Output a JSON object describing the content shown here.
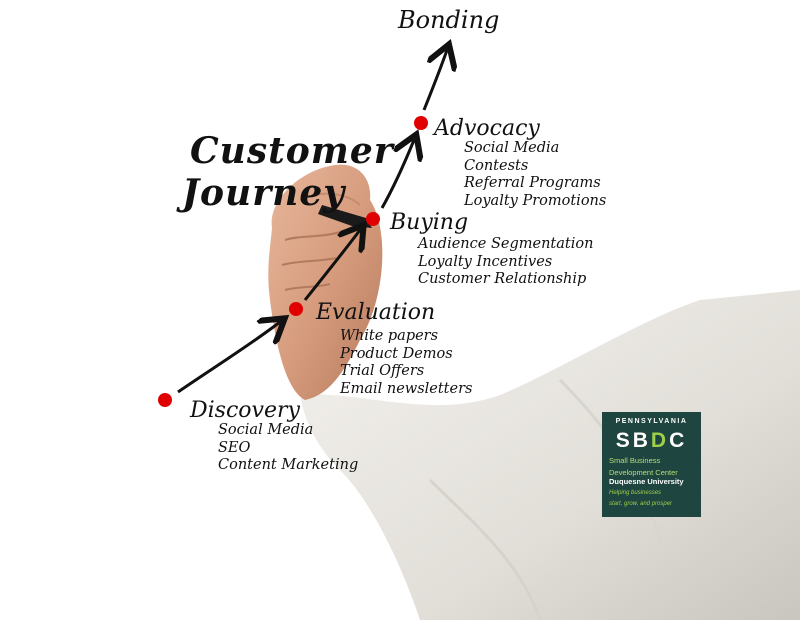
{
  "diagram": {
    "title_line1": "Customer",
    "title_line2": "Journey",
    "top_label": "Bonding",
    "stages": [
      {
        "label": "Discovery",
        "items": [
          "Social Media",
          "SEO",
          "Content Marketing"
        ]
      },
      {
        "label": "Evaluation",
        "items": [
          "White papers",
          "Product Demos",
          "Trial Offers",
          "Email newsletters"
        ]
      },
      {
        "label": "Buying",
        "items": [
          "Audience Segmentation",
          "Loyalty Incentives",
          "Customer Relationship"
        ]
      },
      {
        "label": "Advocacy",
        "items": [
          "Social Media",
          "Contests",
          "Referral Programs",
          "Loyalty Promotions"
        ]
      }
    ]
  },
  "logo": {
    "state": "PENNSYLVANIA",
    "mark_left": "SB",
    "mark_highlight": "D",
    "mark_right": "C",
    "name_line1": "Small Business",
    "name_line2": "Development Center",
    "university": "Duquesne University",
    "tagline_line1": "Helping businesses",
    "tagline_line2": "start, grow, and prosper"
  },
  "colors": {
    "dot": "#e10000",
    "logo_bg": "#1f4540",
    "logo_accent": "#9ecf4a"
  }
}
